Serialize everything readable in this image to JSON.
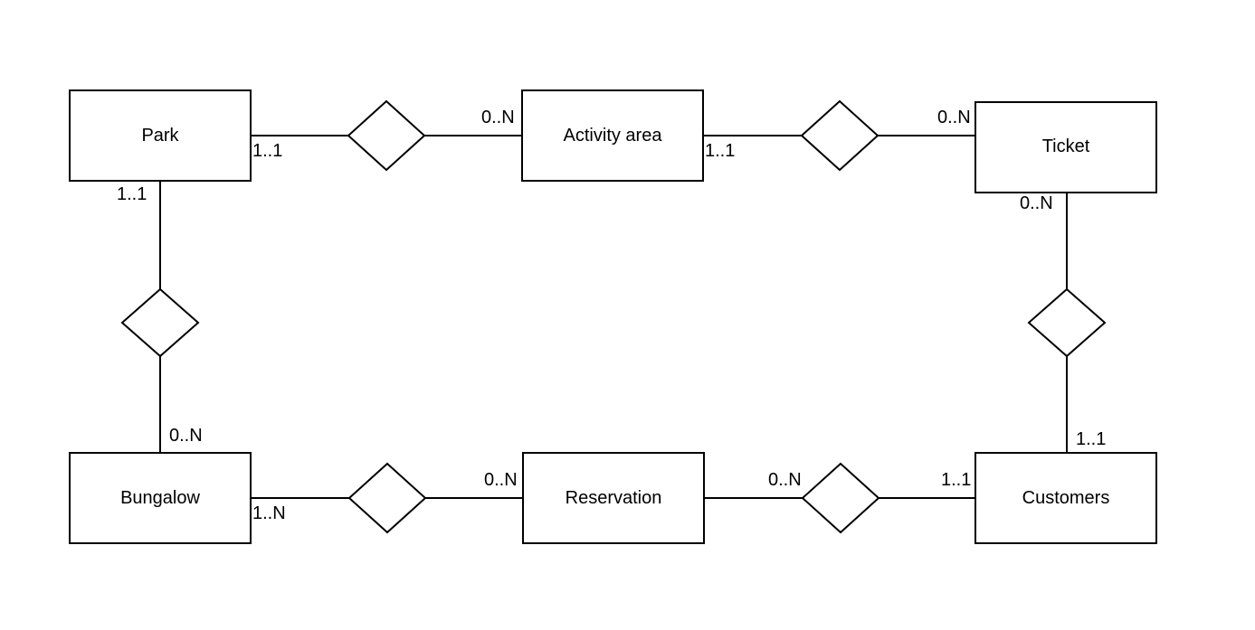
{
  "entities": {
    "park": "Park",
    "activity_area": "Activity area",
    "ticket": "Ticket",
    "bungalow": "Bungalow",
    "reservation": "Reservation",
    "customers": "Customers"
  },
  "cardinalities": {
    "park_to_activity_park_side": "1..1",
    "park_to_activity_activity_side": "0..N",
    "activity_to_ticket_activity_side": "1..1",
    "activity_to_ticket_ticket_side": "0..N",
    "park_to_bungalow_park_side": "1..1",
    "park_to_bungalow_bungalow_side": "0..N",
    "ticket_to_customers_ticket_side": "0..N",
    "ticket_to_customers_customers_side": "1..1",
    "bungalow_to_reservation_bungalow_side": "1..N",
    "bungalow_to_reservation_reservation_side": "0..N",
    "reservation_to_customers_reservation_side": "0..N",
    "reservation_to_customers_customers_side": "1..1"
  }
}
